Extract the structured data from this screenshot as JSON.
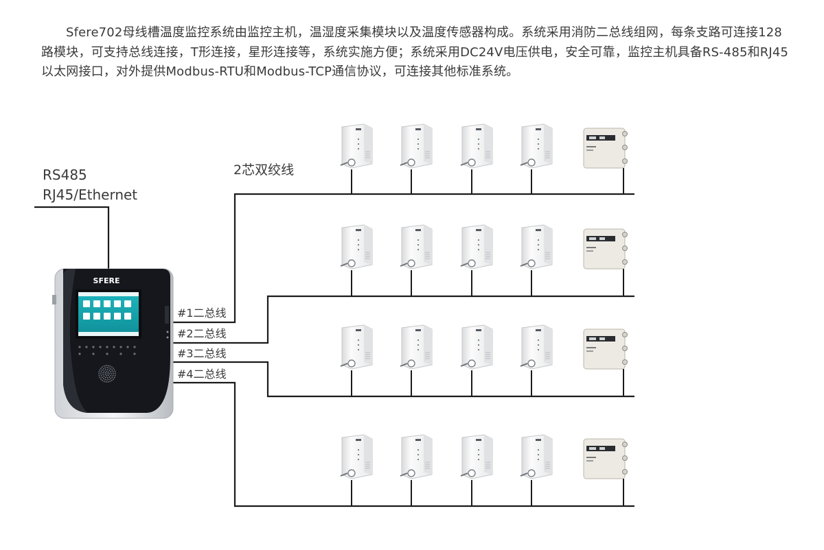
{
  "intro": {
    "text": "Sfere702母线槽温度监控系统由监控主机，温湿度采集模块以及温度传感器构成。系统采用消防二总线组网，每条支路可连接128路模块，可支持总线连接，T形连接，星形连接等，系统实施方便；系统采用DC24V电压供电，安全可靠，监控主机具备RS-485和RJ45以太网接口，对外提供Modbus-RTU和Modbus-TCP通信协议，可连接其他标准系统。"
  },
  "interfaces": {
    "line1": "RS485",
    "line2": "RJ45/Ethernet"
  },
  "cable_label": "2芯双绞线",
  "host": {
    "brand": "SFERE"
  },
  "buses": [
    {
      "label": "#1二总线",
      "modules": 4,
      "sensors": 1
    },
    {
      "label": "#2二总线",
      "modules": 4,
      "sensors": 1
    },
    {
      "label": "#3二总线",
      "modules": 4,
      "sensors": 1
    },
    {
      "label": "#4二总线",
      "modules": 4,
      "sensors": 1
    }
  ],
  "colors": {
    "line": "#1a1a1a",
    "host_dark": "#15171c",
    "host_teal": "#17a9b3",
    "device_body": "#f4f4f4",
    "sensor_body": "#eceae3"
  },
  "icons": {
    "module": "temp-humidity-module-icon",
    "sensor": "temperature-sensor-icon"
  }
}
